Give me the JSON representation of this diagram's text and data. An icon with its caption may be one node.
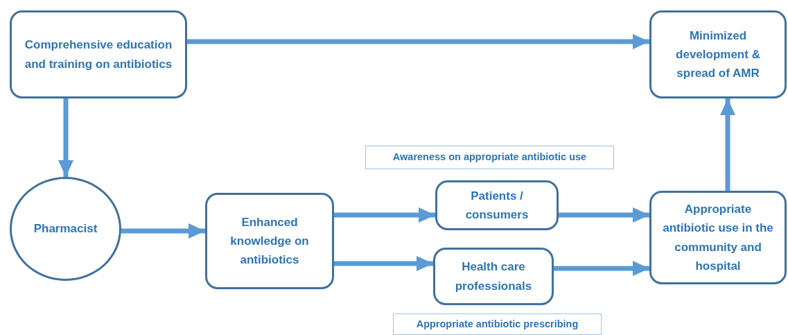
{
  "diagram": {
    "nodes": [
      {
        "text": [
          "Comprehensive education and training on antibiotics"
        ]
      },
      {
        "text": [
          "Minimized development & spread of AMR"
        ]
      },
      {
        "text": [
          "Pharmacist"
        ]
      },
      {
        "text": [
          "Enhanced knowledge on antibiotics"
        ]
      },
      {
        "text": [
          "Awareness on appropriate antibiotic use"
        ]
      },
      {
        "text": [
          "Patients / consumers"
        ]
      },
      {
        "text": [
          "Health care professionals"
        ]
      },
      {
        "text": [
          "Appropriate antibiotic prescribing"
        ]
      },
      {
        "text": [
          "Appropriate antibiotic use in the community and hospital"
        ]
      }
    ],
    "edges": [
      {
        "from": 0,
        "to": 1,
        "arrow": "to"
      },
      {
        "from": 0,
        "to": 2,
        "arrow": "to"
      },
      {
        "from": 2,
        "to": 3,
        "arrow": "to"
      },
      {
        "from": 3,
        "to": 5,
        "arrow": "to"
      },
      {
        "from": 3,
        "to": 6,
        "arrow": "to"
      },
      {
        "from": 5,
        "to": 8,
        "arrow": "to"
      },
      {
        "from": 6,
        "to": 8,
        "arrow": "to"
      },
      {
        "from": 8,
        "to": 1,
        "arrow": "to"
      }
    ]
  }
}
